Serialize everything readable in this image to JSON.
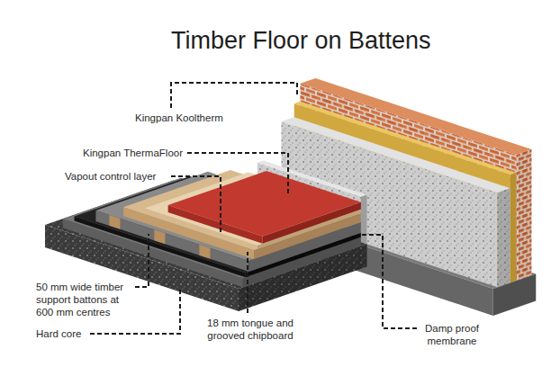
{
  "diagram": {
    "title": "Timber Floor on Battens",
    "labels": [
      "Kingpan Kooltherm",
      "Kingpan ThermaFloor",
      "Vapout control layer",
      "50 mm wide timber support battons at 600 mm centres",
      "Hard core",
      "18 mm tongue and grooved chipboard",
      "Damp proof membrane"
    ]
  }
}
